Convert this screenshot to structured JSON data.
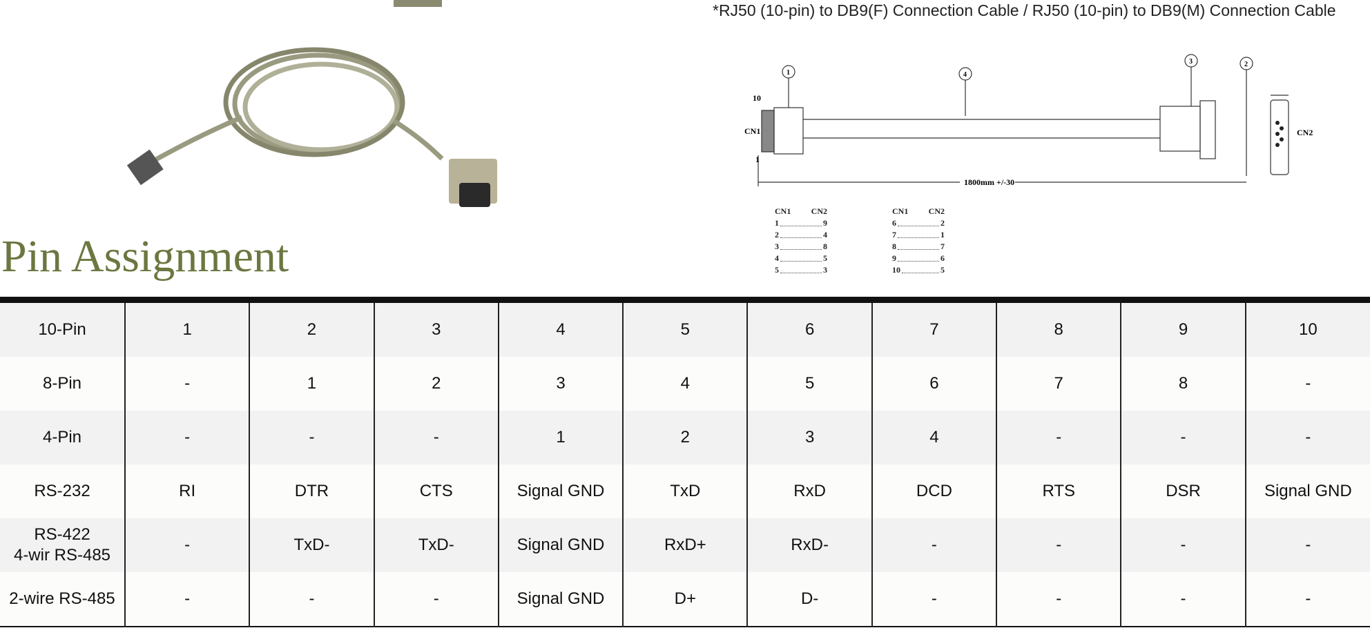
{
  "caption": "*RJ50 (10-pin) to DB9(F) Connection Cable / RJ50 (10-pin) to DB9(M) Connection Cable",
  "diagram": {
    "callouts": [
      "1",
      "4",
      "3",
      "2"
    ],
    "cn1_label": "CN1",
    "cn2_label": "CN2",
    "pin_10": "10",
    "pin_1": "1",
    "length": "1800mm +/-30"
  },
  "wiring_tables": [
    {
      "headers": [
        "CN1",
        "CN2"
      ],
      "pairs": [
        [
          "1",
          "9"
        ],
        [
          "2",
          "4"
        ],
        [
          "3",
          "8"
        ],
        [
          "4",
          "5"
        ],
        [
          "5",
          "3"
        ]
      ]
    },
    {
      "headers": [
        "CN1",
        "CN2"
      ],
      "pairs": [
        [
          "6",
          "2"
        ],
        [
          "7",
          "1"
        ],
        [
          "8",
          "7"
        ],
        [
          "9",
          "6"
        ],
        [
          "10",
          "5"
        ]
      ]
    }
  ],
  "section_title": "Pin Assignment",
  "pin_table": {
    "rows": [
      [
        "10-Pin",
        "1",
        "2",
        "3",
        "4",
        "5",
        "6",
        "7",
        "8",
        "9",
        "10"
      ],
      [
        "8-Pin",
        "-",
        "1",
        "2",
        "3",
        "4",
        "5",
        "6",
        "7",
        "8",
        "-"
      ],
      [
        "4-Pin",
        "-",
        "-",
        "-",
        "1",
        "2",
        "3",
        "4",
        "-",
        "-",
        "-"
      ],
      [
        "RS-232",
        "RI",
        "DTR",
        "CTS",
        "Signal GND",
        "TxD",
        "RxD",
        "DCD",
        "RTS",
        "DSR",
        "Signal GND"
      ],
      [
        "RS-422\n4-wir RS-485",
        "-",
        "TxD-",
        "TxD-",
        "Signal GND",
        "RxD+",
        "RxD-",
        "-",
        "-",
        "-",
        "-"
      ],
      [
        "2-wire RS-485",
        "-",
        "-",
        "-",
        "Signal GND",
        "D+",
        "D-",
        "-",
        "-",
        "-",
        "-"
      ]
    ]
  }
}
